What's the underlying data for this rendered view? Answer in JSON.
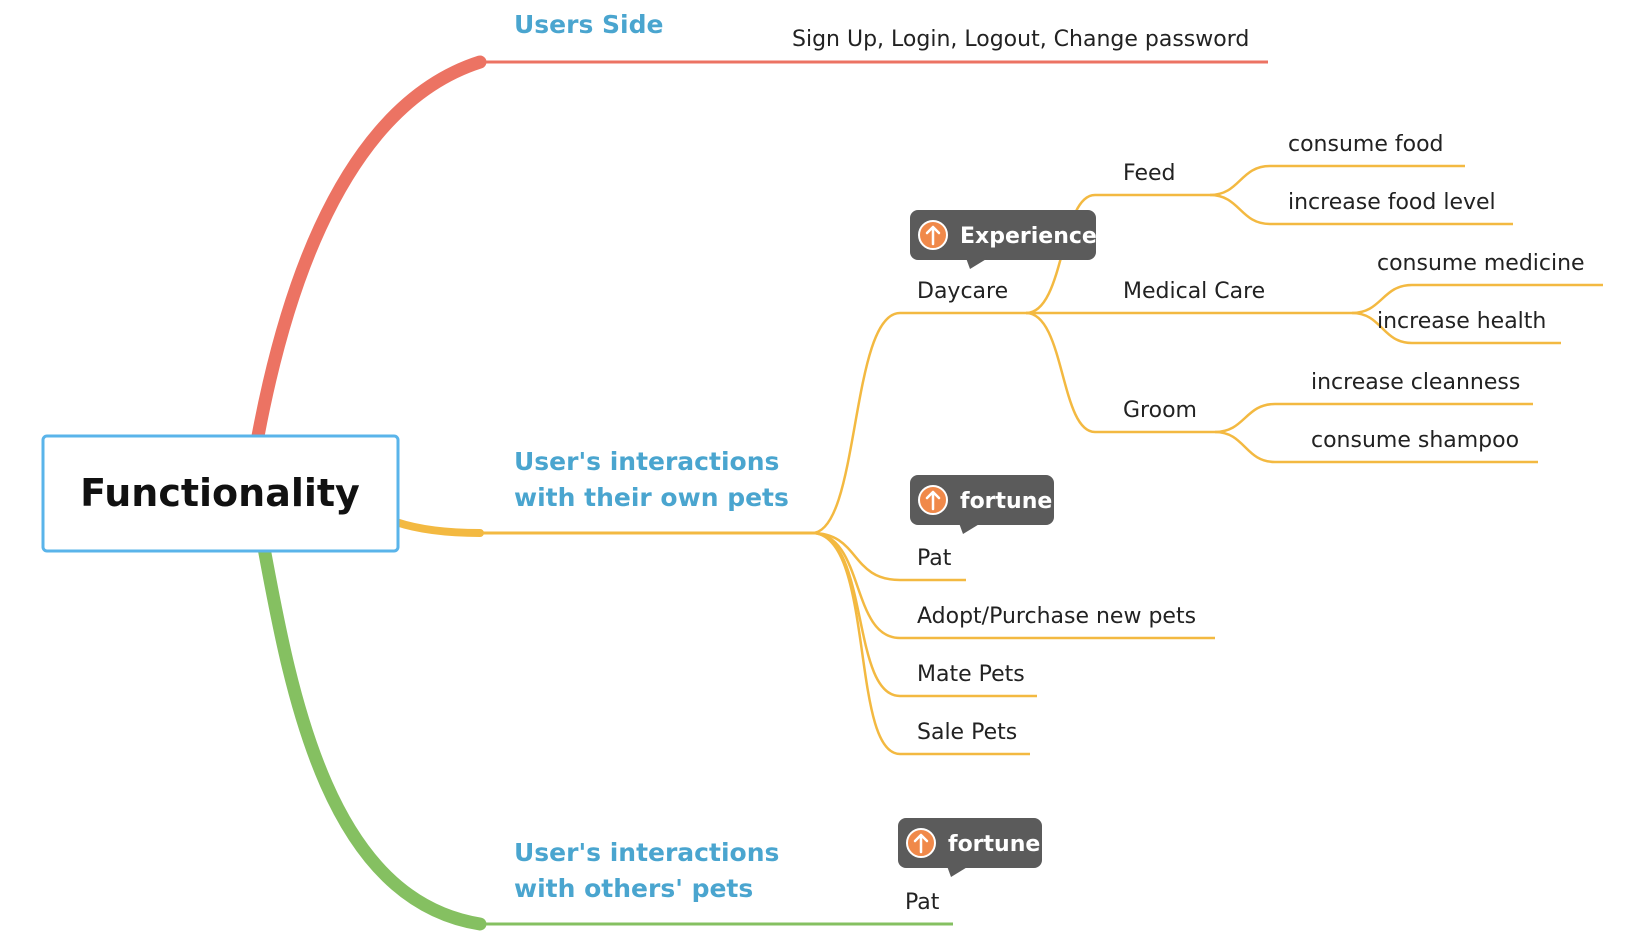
{
  "central": {
    "label": "Functionality"
  },
  "colors": {
    "central_border": "#5ab4ea",
    "branch_users_side": "#ec7363",
    "branch_own_pets": "#f3b941",
    "branch_others_pets": "#85c061",
    "topic_text": "#4aa5cf",
    "marker_bg": "#5b5b5b",
    "marker_icon": "#f0894a"
  },
  "branches": {
    "users_side": {
      "label": "Users Side",
      "items": {
        "account": "Sign Up, Login, Logout, Change password"
      }
    },
    "own_pets": {
      "label_line1": "User's interactions",
      "label_line2": "with their own pets",
      "daycare": {
        "label": "Daycare",
        "marker": {
          "icon": "arrow-up-icon",
          "label": "Experience"
        },
        "feed": {
          "label": "Feed",
          "leaves": [
            "consume food",
            "increase food level"
          ]
        },
        "medical": {
          "label": "Medical Care",
          "leaves": [
            "consume medicine",
            "increase health"
          ]
        },
        "groom": {
          "label": "Groom",
          "leaves": [
            "increase cleanness",
            "consume shampoo"
          ]
        }
      },
      "pat": {
        "label": "Pat",
        "marker": {
          "icon": "arrow-up-icon",
          "label": "fortune"
        }
      },
      "adopt": {
        "label": "Adopt/Purchase new pets"
      },
      "mate": {
        "label": "Mate Pets"
      },
      "sale": {
        "label": "Sale Pets"
      }
    },
    "others_pets": {
      "label_line1": "User's interactions",
      "label_line2": "with others' pets",
      "pat": {
        "label": "Pat",
        "marker": {
          "icon": "arrow-up-icon",
          "label": "fortune"
        }
      }
    }
  }
}
